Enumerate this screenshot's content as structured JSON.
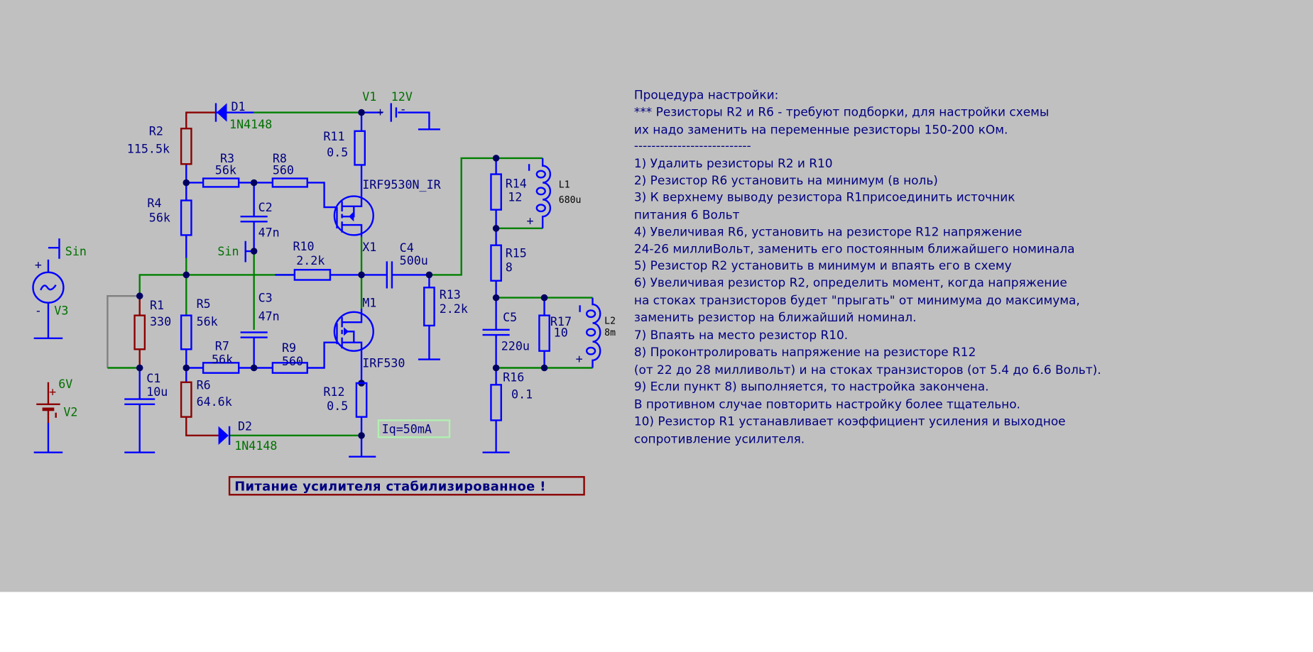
{
  "components": {
    "D1": {
      "ref": "D1",
      "value": "1N4148"
    },
    "D2": {
      "ref": "D2",
      "value": "1N4148"
    },
    "V1": {
      "ref": "V1",
      "value": "12V"
    },
    "V2": {
      "ref": "V2",
      "value": "6V"
    },
    "V3": {
      "ref": "V3",
      "value": "Sin"
    },
    "R1": {
      "ref": "R1",
      "value": "330"
    },
    "R2": {
      "ref": "R2",
      "value": "115.5k"
    },
    "R3": {
      "ref": "R3",
      "value": "56k"
    },
    "R4": {
      "ref": "R4",
      "value": "56k"
    },
    "R5": {
      "ref": "R5",
      "value": "56k"
    },
    "R6": {
      "ref": "R6",
      "value": "64.6k"
    },
    "R7": {
      "ref": "R7",
      "value": "56k"
    },
    "R8": {
      "ref": "R8",
      "value": "560"
    },
    "R9": {
      "ref": "R9",
      "value": "560"
    },
    "R10": {
      "ref": "R10",
      "value": "2.2k"
    },
    "R11": {
      "ref": "R11",
      "value": "0.5"
    },
    "R12": {
      "ref": "R12",
      "value": "0.5"
    },
    "R13": {
      "ref": "R13",
      "value": "2.2k"
    },
    "R14": {
      "ref": "R14",
      "value": "12"
    },
    "R15": {
      "ref": "R15",
      "value": "8"
    },
    "R16": {
      "ref": "R16",
      "value": "0.1"
    },
    "R17": {
      "ref": "R17",
      "value": "10"
    },
    "C1": {
      "ref": "C1",
      "value": "10u"
    },
    "C2": {
      "ref": "C2",
      "value": "47n"
    },
    "C3": {
      "ref": "C3",
      "value": "47n"
    },
    "C4": {
      "ref": "C4",
      "value": "500u"
    },
    "C5": {
      "ref": "C5",
      "value": "220u"
    },
    "L1": {
      "ref": "L1",
      "value": "680u"
    },
    "L2": {
      "ref": "L2",
      "value": "8m"
    },
    "X1": {
      "ref": "X1",
      "value": "IRF9530N_IR"
    },
    "M1": {
      "ref": "M1",
      "value": "IRF530"
    }
  },
  "net_label_sin": "Sin",
  "plus": "+",
  "minus": "-",
  "iq_label": "Iq=50mA",
  "banner": "Питание усилителя стабилизированное !",
  "notes": [
    "Процедура настройки:",
    "*** Резисторы R2 и R6 - требуют подборки, для настройки схемы",
    "их надо заменить на переменные резисторы 150-200 кОм.",
    "---------------------------",
    "1) Удалить резисторы R2 и R10",
    "2) Резистор R6 установить на минимум (в ноль)",
    "3) К верхнему выводу резистора R1присоединить источник",
    "питания 6 Вольт",
    "4) Увеличивая R6, установить на резисторе R12 напряжение",
    "24-26 миллиВольт, заменить его постоянным ближайшего номинала",
    "5) Резистор R2  установить в минимум и впаять его в схему",
    "6) Увеличивая резистор R2, определить момент, когда напряжение",
    "на стоках транзисторов будет \"прыгать\" от минимума до максимума,",
    "заменить резистор на ближайший номинал.",
    "7) Впаять на место резистор R10.",
    "8) Проконтролировать напряжение на резисторе R12",
    "(от 22 до 28 милливольт) и на стоках транзисторов (от 5.4 до 6.6 Вольт).",
    "9) Если пункт 8) выполняется, то настройка закончена.",
    "В противном случае повторить настройку более тщательно.",
    "10) Резистор R1 устанавливает коэффициент усиления и выходное",
    "сопротивление усилителя."
  ]
}
